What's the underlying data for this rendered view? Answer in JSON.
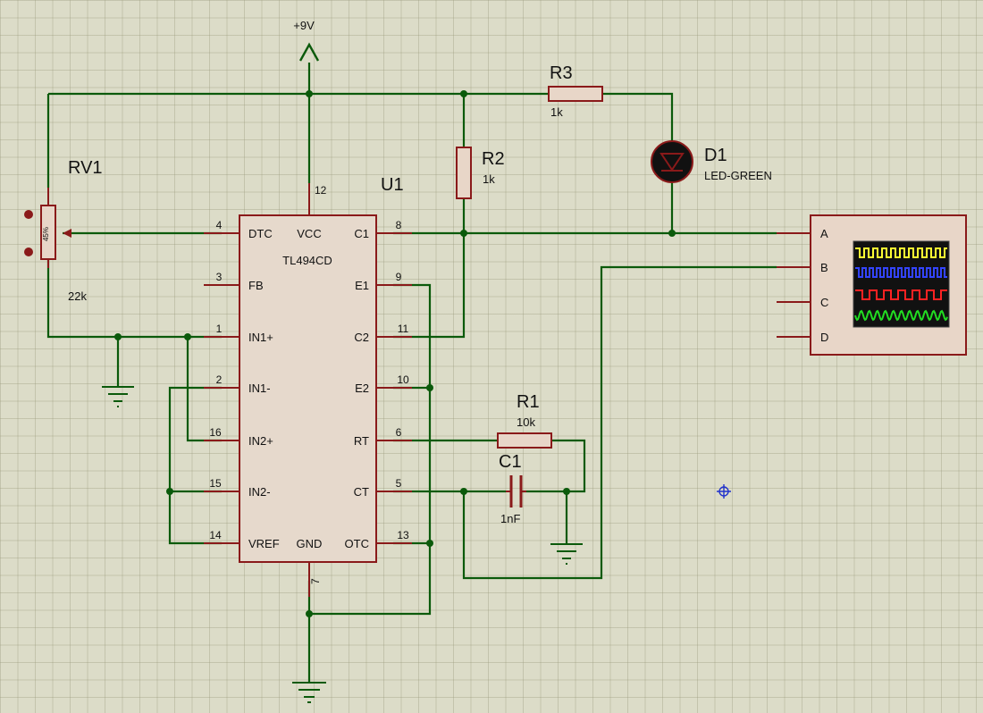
{
  "supply": {
    "label": "+9V"
  },
  "u1": {
    "ref": "U1",
    "part": "TL494CD",
    "pins": {
      "dtc": "DTC",
      "vcc": "VCC",
      "c1": "C1",
      "fb": "FB",
      "e1": "E1",
      "in1p": "IN1+",
      "c2": "C2",
      "in1m": "IN1-",
      "e2": "E2",
      "in2p": "IN2+",
      "rt": "RT",
      "in2m": "IN2-",
      "ct": "CT",
      "vref": "VREF",
      "gnd": "GND",
      "otc": "OTC"
    },
    "pin_numbers": {
      "dtc": "4",
      "vcc": "12",
      "c1": "8",
      "fb": "3",
      "e1": "9",
      "in1p": "1",
      "c2": "11",
      "in1m": "2",
      "e2": "10",
      "in2p": "16",
      "rt": "6",
      "in2m": "15",
      "ct": "5",
      "vref": "14",
      "otc": "13",
      "gnd": "7"
    }
  },
  "rv1": {
    "ref": "RV1",
    "value": "22k",
    "wiper": "45%"
  },
  "r1": {
    "ref": "R1",
    "value": "10k"
  },
  "r2": {
    "ref": "R2",
    "value": "1k"
  },
  "r3": {
    "ref": "R3",
    "value": "1k"
  },
  "c1": {
    "ref": "C1",
    "value": "1nF"
  },
  "d1": {
    "ref": "D1",
    "value": "LED-GREEN"
  },
  "scope": {
    "channels": [
      "A",
      "B",
      "C",
      "D"
    ],
    "trace_colors": [
      "#ffff33",
      "#3344ff",
      "#ff2222",
      "#22dd22"
    ]
  },
  "colors": {
    "wire": "#0b5a0b",
    "component": "#8a1a1a",
    "component_fill": "#e8d6c8",
    "background": "#dcdcc8"
  }
}
